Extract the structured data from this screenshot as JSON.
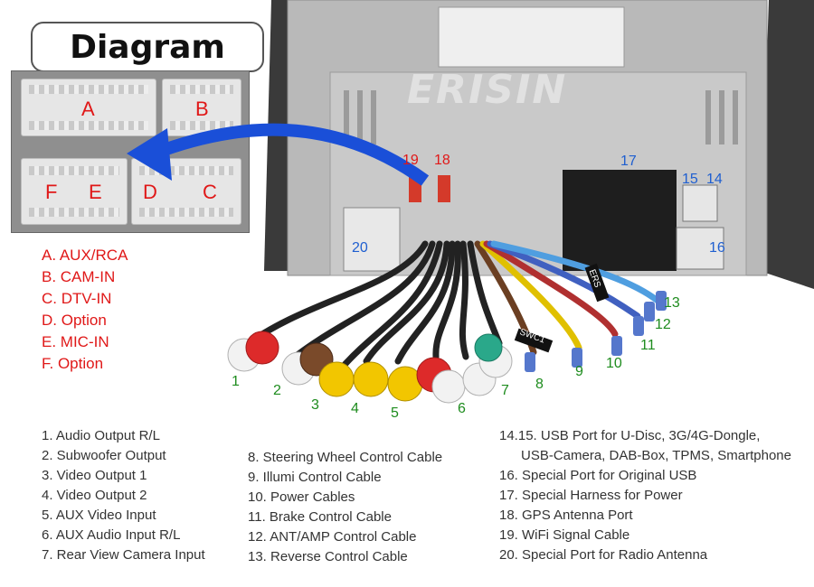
{
  "title": "Diagram",
  "watermark": "ERISIN",
  "connectors": [
    "A",
    "B",
    "F",
    "E",
    "D",
    "C"
  ],
  "connector_legend": [
    "A. AUX/RCA",
    "B. CAM-IN",
    "C. DTV-IN",
    "D. Option",
    "E. MIC-IN",
    "F. Option"
  ],
  "callouts": {
    "green": [
      "1",
      "2",
      "3",
      "4",
      "5",
      "6",
      "7",
      "8",
      "9",
      "10",
      "11",
      "12",
      "13"
    ],
    "blue": [
      "14",
      "15",
      "16",
      "17",
      "18",
      "19",
      "20"
    ],
    "cable_tags": [
      "SWC1",
      "ERS"
    ]
  },
  "list_col1": [
    "1. Audio Output R/L",
    "2. Subwoofer Output",
    "3. Video Output 1",
    "4. Video Output 2",
    "5. AUX Video Input",
    "6. AUX Audio Input R/L",
    "7. Rear View Camera Input"
  ],
  "list_col2": [
    "8. Steering Wheel Control Cable",
    "9. Illumi Control Cable",
    "10. Power Cables",
    "11. Brake Control Cable",
    "12. ANT/AMP Control Cable",
    "13. Reverse Control Cable"
  ],
  "list_col3": [
    "14.15. USB Port for U-Disc, 3G/4G-Dongle,",
    "USB-Camera, DAB-Box, TPMS, Smartphone",
    "16. Special Port for Original USB",
    "17. Special Harness for Power",
    "18. GPS Antenna Port",
    "19. WiFi Signal Cable",
    "20. Special Port for Radio Antenna"
  ],
  "colors": {
    "legend_red": "#e01818",
    "callout_green": "#1e8c1e",
    "callout_blue": "#1f5fd0",
    "arrow_blue": "#1a4fd8"
  }
}
